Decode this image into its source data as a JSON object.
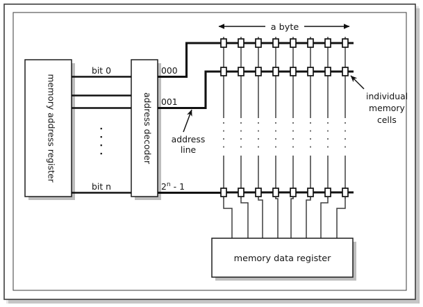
{
  "figure": {
    "title": "memory organization diagram",
    "background": "#ffffff",
    "frame_border_color": "#3a3a3a",
    "shadow_color": "#b4b4b4",
    "line_color": "#111111",
    "box_fill": "#ffffff"
  },
  "blocks": {
    "memory_address_register": {
      "label": "memory address register",
      "orientation": "vertical"
    },
    "address_decoder": {
      "label": "address decoder",
      "orientation": "vertical"
    },
    "memory_data_register": {
      "label": "memory data register",
      "orientation": "horizontal"
    }
  },
  "bit_lines": {
    "first_label": "bit 0",
    "last_label": "bit n",
    "ellipsis": "⋮",
    "count_visible": 4
  },
  "address_lines": {
    "labels": [
      "000",
      "001"
    ],
    "last_label_base": "2",
    "last_label_exponent": "n",
    "last_label_suffix": " - 1",
    "callout": {
      "line1": "address",
      "line2": "line"
    }
  },
  "memory_array": {
    "byte_label": "a byte",
    "cells_per_row": 8,
    "rows_visible": 3,
    "ellipsis_between_rows": true,
    "cells_callout": {
      "line1": "individual",
      "line2": "memory",
      "line3": "cells"
    }
  }
}
